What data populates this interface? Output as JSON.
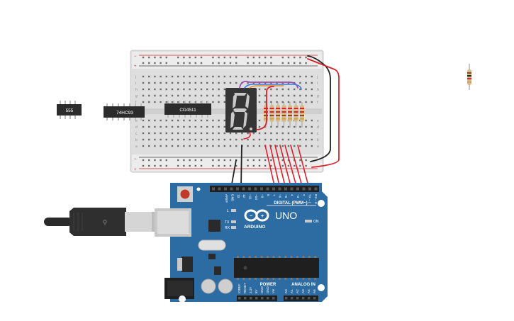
{
  "chips": {
    "timer": "555",
    "counter": "74HC93",
    "decoder": "CD4511"
  },
  "arduino": {
    "brand": "ARDUINO",
    "model": "UNO",
    "digital_label": "DIGITAL (PWM~)",
    "power_label": "POWER",
    "analog_label": "ANALOG IN",
    "on_label": "ON",
    "led_l": "L",
    "led_tx": "TX",
    "led_rx": "RX",
    "digital_pins": [
      "AREF",
      "GND",
      "13",
      "12",
      "~11",
      "~10",
      "~9",
      "8",
      "7",
      "~6",
      "~5",
      "4",
      "~3",
      "2",
      "TX→1",
      "RX←0"
    ],
    "power_pins": [
      "IOREF",
      "RESET",
      "3.3V",
      "5V",
      "GND",
      "GND",
      "Vin"
    ],
    "analog_pins": [
      "A0",
      "A1",
      "A2",
      "A3",
      "A4",
      "A5"
    ]
  },
  "display": {
    "digit": "8"
  },
  "breadboard": {
    "row_letters_top": [
      "j",
      "i",
      "h",
      "g",
      "f"
    ],
    "row_letters_bottom": [
      "e",
      "d",
      "c",
      "b",
      "a"
    ],
    "plus": "+",
    "minus": "−"
  },
  "colors": {
    "board": "#2d6ca2",
    "wire_red": "#d6232d",
    "wire_black": "#222222",
    "wire_purple": "#9b4fb3",
    "wire_blue": "#3b7bd6",
    "breadboard": "#e6e6e6",
    "chip": "#2c2c2c"
  }
}
